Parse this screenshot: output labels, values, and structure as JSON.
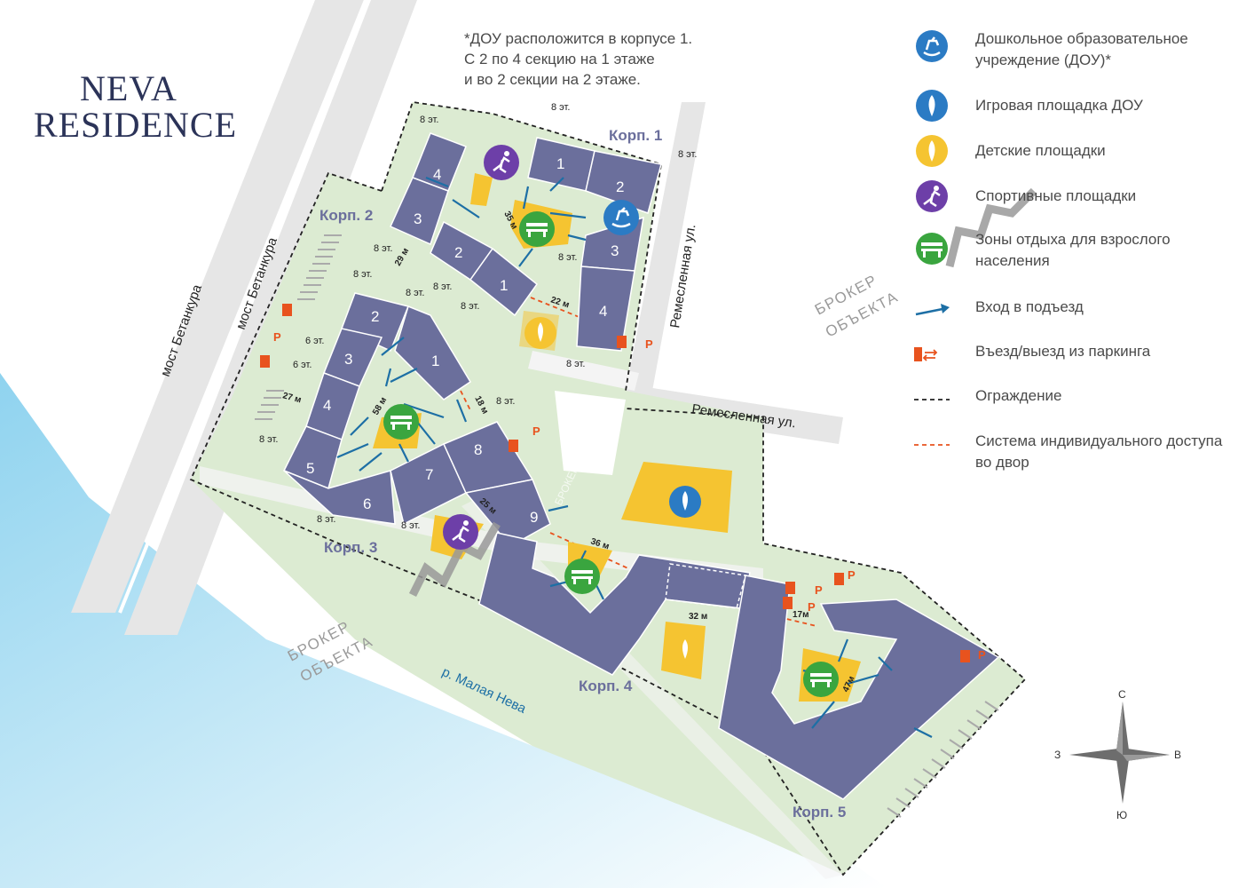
{
  "logo": {
    "line1": "NEVA",
    "line2": "RESIDENCE"
  },
  "note": {
    "line1": "*ДОУ расположится в корпусе 1.",
    "line2": "С 2 по 4 секцию на 1 этаже",
    "line3": "и во 2 секции на 2 этаже."
  },
  "legend": [
    {
      "icon": "rocking-horse-icon",
      "text": "Дошкольное образовательное учреждение (ДОУ)*"
    },
    {
      "icon": "rocket-blue-icon",
      "text": "Игровая площадка ДОУ"
    },
    {
      "icon": "rocket-yellow-icon",
      "text": "Детские площадки"
    },
    {
      "icon": "runner-icon",
      "text": "Спортивные площадки"
    },
    {
      "icon": "bench-icon",
      "text": "Зоны отдыха для взрослого населения"
    },
    {
      "icon": "entrance-arrow-icon",
      "text": "Вход в подъезд"
    },
    {
      "icon": "parking-icon",
      "text": "Въезд/выезд из паркинга"
    },
    {
      "icon": "fence-line-icon",
      "text": "Ограждение"
    },
    {
      "icon": "access-line-icon",
      "text": "Система индивидуального доступа во двор"
    }
  ],
  "colors": {
    "building": "#6b6f9c",
    "lawn": "#dcebd2",
    "playground": "#f5c431",
    "river": "#a9dcf2",
    "road": "#e6e6e6",
    "parking": "#e8531e",
    "arrow": "#1d6fa5",
    "purple": "#6d3fa8",
    "green": "#3aa53f",
    "blue": "#2b7bc4"
  },
  "map": {
    "corp1": "Корп. 1",
    "corp2": "Корп. 2",
    "corp3": "Корп. 3",
    "corp4": "Корп. 4",
    "corp5": "Корп. 5",
    "street_remeslennaya": "Ремесленная ул.",
    "street_remeslennaya_v": "Ремесленная ул.",
    "bridge1": "мост Бетанкура",
    "bridge2": "мост Бетанкура",
    "river": "р. Малая Нева",
    "broker_left_1": "БРОКЕР",
    "broker_left_2": "ОБЪЕКТА",
    "broker_right_1": "БРОКЕР",
    "broker_right_2": "ОБЪЕКТА",
    "broker_mid": "БРОКЕР ОБЪЕКТА",
    "parking_p": "P",
    "floors": {
      "f8": "8 эт.",
      "f6": "6 эт."
    },
    "dist": {
      "d35": "35 м",
      "d29": "29 м",
      "d22": "22 м",
      "d27": "27 м",
      "d58": "58 м",
      "d18": "18 м",
      "d25": "25 м",
      "d36": "36 м",
      "d32": "32 м",
      "d17": "17м",
      "d47": "47м"
    },
    "sections": {
      "c1": [
        "1",
        "2",
        "3",
        "4"
      ],
      "c2": [
        "4",
        "3",
        "2",
        "1"
      ],
      "c3": [
        "2",
        "1",
        "3",
        "4",
        "5",
        "6",
        "7",
        "8",
        "9"
      ]
    }
  },
  "compass": {
    "n": "С",
    "s": "Ю",
    "w": "З",
    "e": "В"
  }
}
